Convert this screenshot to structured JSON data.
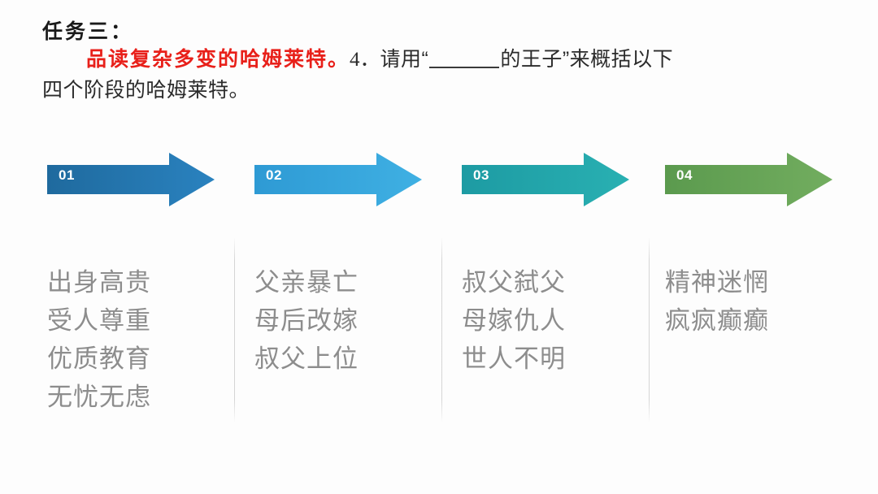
{
  "prompt": {
    "title": "任务三：",
    "red_text": "品读复杂多变的哈姆莱特。",
    "question_number": "4．",
    "question_part1": "请用“",
    "question_part2": "的王子”来概括以下",
    "question_line2": "四个阶段的哈姆莱特。"
  },
  "stages": [
    {
      "number": "01",
      "color_start": "#1f6a9e",
      "color_end": "#2a82bf",
      "lines": [
        "出身高贵",
        "受人尊重",
        "优质教育",
        "无忧无虑"
      ]
    },
    {
      "number": "02",
      "color_start": "#2e9ad4",
      "color_end": "#3fb0e3",
      "lines": [
        "父亲暴亡",
        "母后改嫁",
        "叔父上位"
      ]
    },
    {
      "number": "03",
      "color_start": "#1d9ba3",
      "color_end": "#29b0b2",
      "lines": [
        "叔父弑父",
        "母嫁仇人",
        "世人不明"
      ]
    },
    {
      "number": "04",
      "color_start": "#5b9a4e",
      "color_end": "#72ad5f",
      "lines": [
        "精神迷惘",
        "疯疯癫癫"
      ]
    }
  ],
  "theme": {
    "background": "#fdfdfd",
    "body_text_color": "#8d8d8d",
    "accent_red": "#e8201a",
    "divider_color": "#c8c8c8"
  }
}
